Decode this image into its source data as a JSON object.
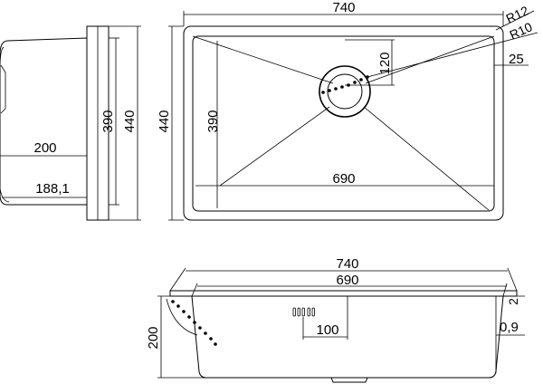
{
  "drawing": {
    "side_view": {
      "height_1": "390",
      "height_2": "440",
      "depth_top": "200",
      "depth_bottom": "188,1"
    },
    "top_view": {
      "width_outer": "740",
      "width_inner": "690",
      "height_outer": "440",
      "height_inner": "390",
      "radius_outer": "R12",
      "radius_inner": "R10",
      "drain_offset": "120",
      "rim_width": "25"
    },
    "front_view": {
      "width_outer": "740",
      "width_inner": "690",
      "depth": "200",
      "overflow_width": "100",
      "rim_thickness": "2",
      "wall_thickness": "0,9"
    }
  }
}
